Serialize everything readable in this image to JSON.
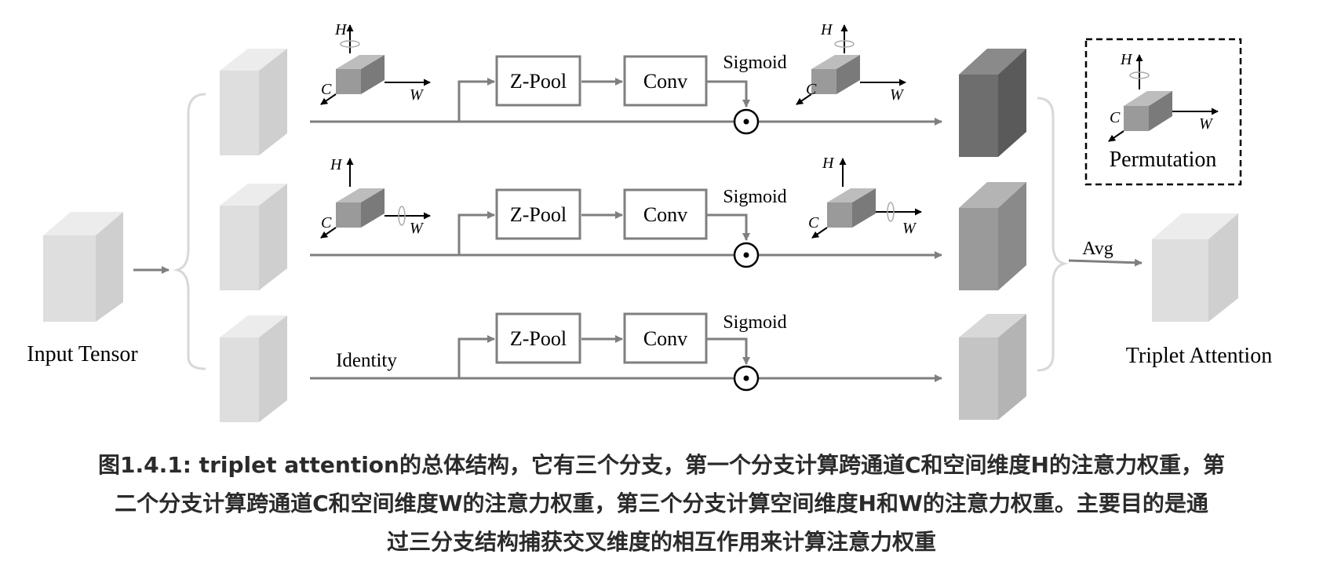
{
  "labels": {
    "input": "Input Tensor",
    "output": "Triplet Attention",
    "avg": "Avg",
    "identity": "Identity",
    "zpool": "Z-Pool",
    "conv": "Conv",
    "sigmoid": "Sigmoid",
    "odot": "⊙",
    "permutation": "Permutation"
  },
  "axes": {
    "h": "H",
    "c": "C",
    "w": "W"
  },
  "branches": [
    {
      "output_color": "#6e6e6e",
      "permute_axis": "H"
    },
    {
      "output_color": "#9a9a9a",
      "permute_axis": "W"
    },
    {
      "output_color": "#c4c4c4",
      "permute_axis": "none"
    }
  ],
  "colors": {
    "line": "#7f7f7f",
    "box_stroke": "#7f7f7f",
    "light_block": "#dedede",
    "small_cube": "#9a9a9a"
  },
  "caption": {
    "line1": "图1.4.1: triplet attention的总体结构，它有三个分支，第一个分支计算跨通道C和空间维度H的注意力权重，第",
    "line2": "二个分支计算跨通道C和空间维度W的注意力权重，第三个分支计算空间维度H和W的注意力权重。主要目的是通",
    "line3": "过三分支结构捕获交叉维度的相互作用来计算注意力权重"
  }
}
